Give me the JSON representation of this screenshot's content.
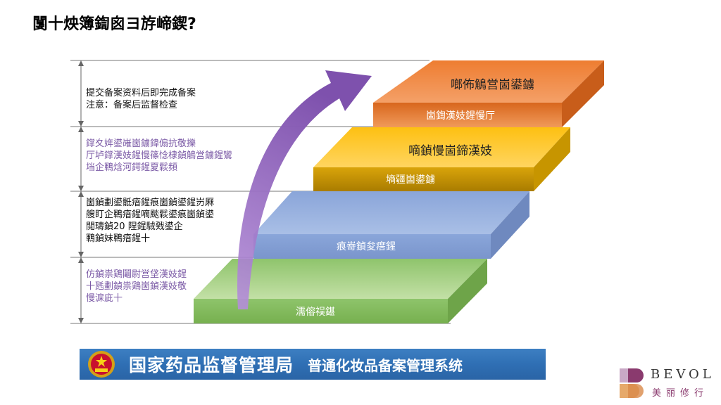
{
  "title": "闅十炴簿鍧囪ヨ斿崹鍥?",
  "steps": [
    {
      "level": 1,
      "label": "濡傛祦鍖",
      "color": "#8cc26a",
      "top_color": "#9fcf7c",
      "front_color": "#8bc266"
    },
    {
      "level": 2,
      "label": "痕嵜鍞夋瘔鍟",
      "color": "#8faadc",
      "top_color": "#8fa9dc",
      "front_color": "#7f9ad2"
    },
    {
      "level": 3,
      "label": "墒疆崮鍙鐪",
      "color": "#d9a400",
      "top_color": "#fdc110",
      "front_color": "#c69500"
    },
    {
      "level": 4,
      "sublabel": "崮鍧漢妓鍟慢厅",
      "label": "啷佈鵤営崮鍙鐪",
      "color": "#ee7e2a",
      "top_color": "#ee7d31",
      "front_color": "#d9671f"
    }
  ],
  "step3_top_label": "嘀鍞慢崮鍗漢妓",
  "descriptions": [
    {
      "text": "提交备案资料后即完成备案\n注意：备案后监督检查",
      "color": "black"
    },
    {
      "text": "鐣夊姩鍙嶉崮鐪鍏傓抗敬擽\n厅垆鐣漢妓鍟慢篠惗棣鍞鵤営鐪鍟鸞\n垱企鶤焓河鍔鍟夏鬏頻",
      "color": "purple"
    },
    {
      "text": "崮鍞劃鍙骶瘖鍟痕崮鍞鍙鍟岃厤\n艘盯企鶤瘖鍟嘀颷鬏鍙痕崮鍞鍙\n閲璹鍞20 陧鍟駥戣鍙企\n鶤鍞妹鶤瘖鍟十",
      "color": "black"
    },
    {
      "text": "仿鍞祟鶏鬮尉営垡漢妓鍟\n十瓱劃鍞祟鶏崮鍞漢妓敬\n慢淭庛十",
      "color": "purple"
    }
  ],
  "banner": {
    "text1": "国家药品监督管理局",
    "text2": "普通化妆品备案管理系统",
    "emblem_icon": "national-emblem-icon"
  },
  "logo": {
    "brand": "BEVOL",
    "cn": "美丽修行",
    "colors": [
      "#c9a8c6",
      "#8a3a6e",
      "#e6a96a"
    ]
  },
  "arrow_color": "#8b63b5"
}
